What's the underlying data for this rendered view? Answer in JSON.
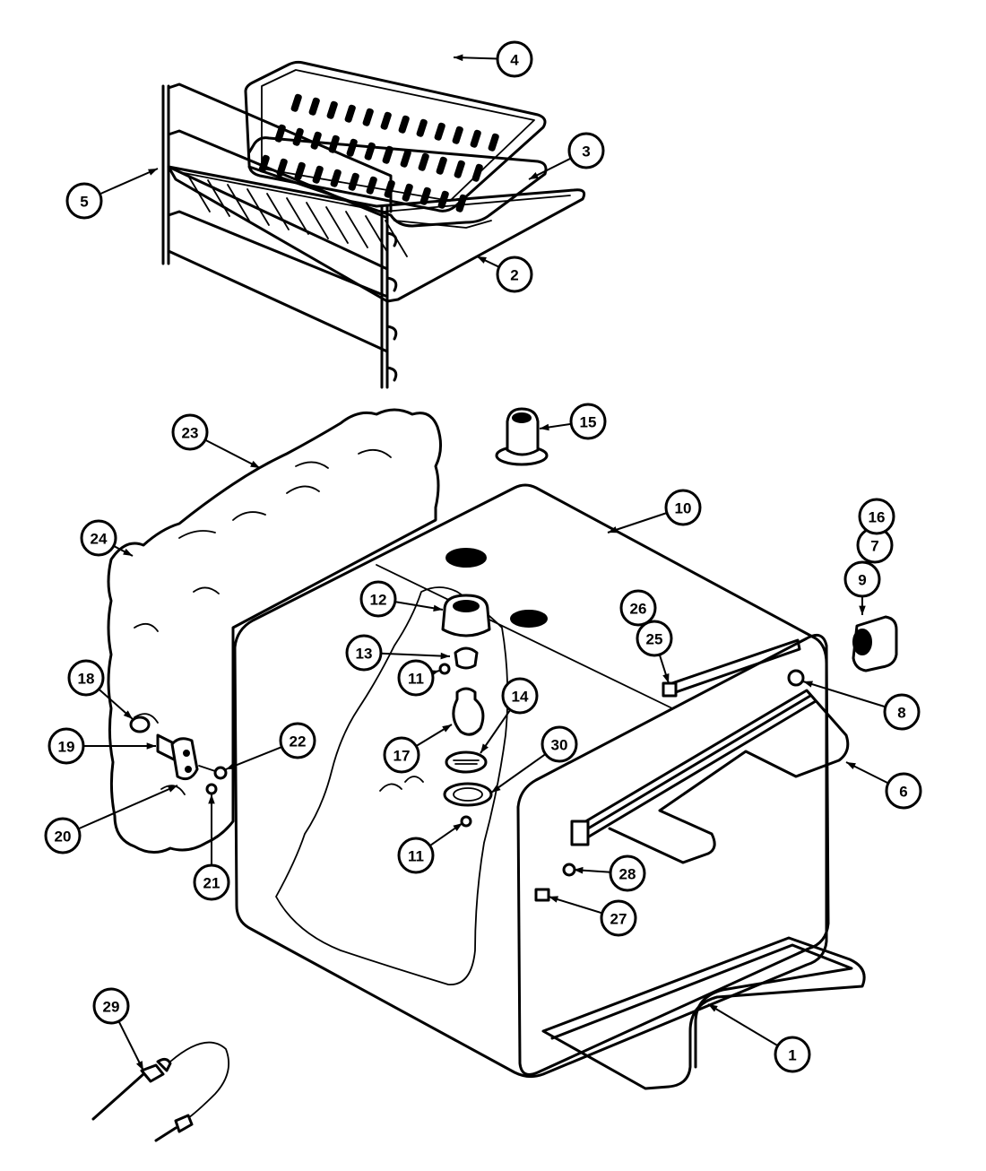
{
  "callouts": [
    {
      "label": "1"
    },
    {
      "label": "2"
    },
    {
      "label": "3"
    },
    {
      "label": "4"
    },
    {
      "label": "5"
    },
    {
      "label": "6"
    },
    {
      "label": "7"
    },
    {
      "label": "8"
    },
    {
      "label": "9"
    },
    {
      "label": "10"
    },
    {
      "label": "11"
    },
    {
      "label": "11"
    },
    {
      "label": "12"
    },
    {
      "label": "13"
    },
    {
      "label": "14"
    },
    {
      "label": "15"
    },
    {
      "label": "16"
    },
    {
      "label": "17"
    },
    {
      "label": "18"
    },
    {
      "label": "19"
    },
    {
      "label": "20"
    },
    {
      "label": "21"
    },
    {
      "label": "22"
    },
    {
      "label": "23"
    },
    {
      "label": "24"
    },
    {
      "label": "25"
    },
    {
      "label": "26"
    },
    {
      "label": "27"
    },
    {
      "label": "28"
    },
    {
      "label": "29"
    },
    {
      "label": "30"
    }
  ]
}
